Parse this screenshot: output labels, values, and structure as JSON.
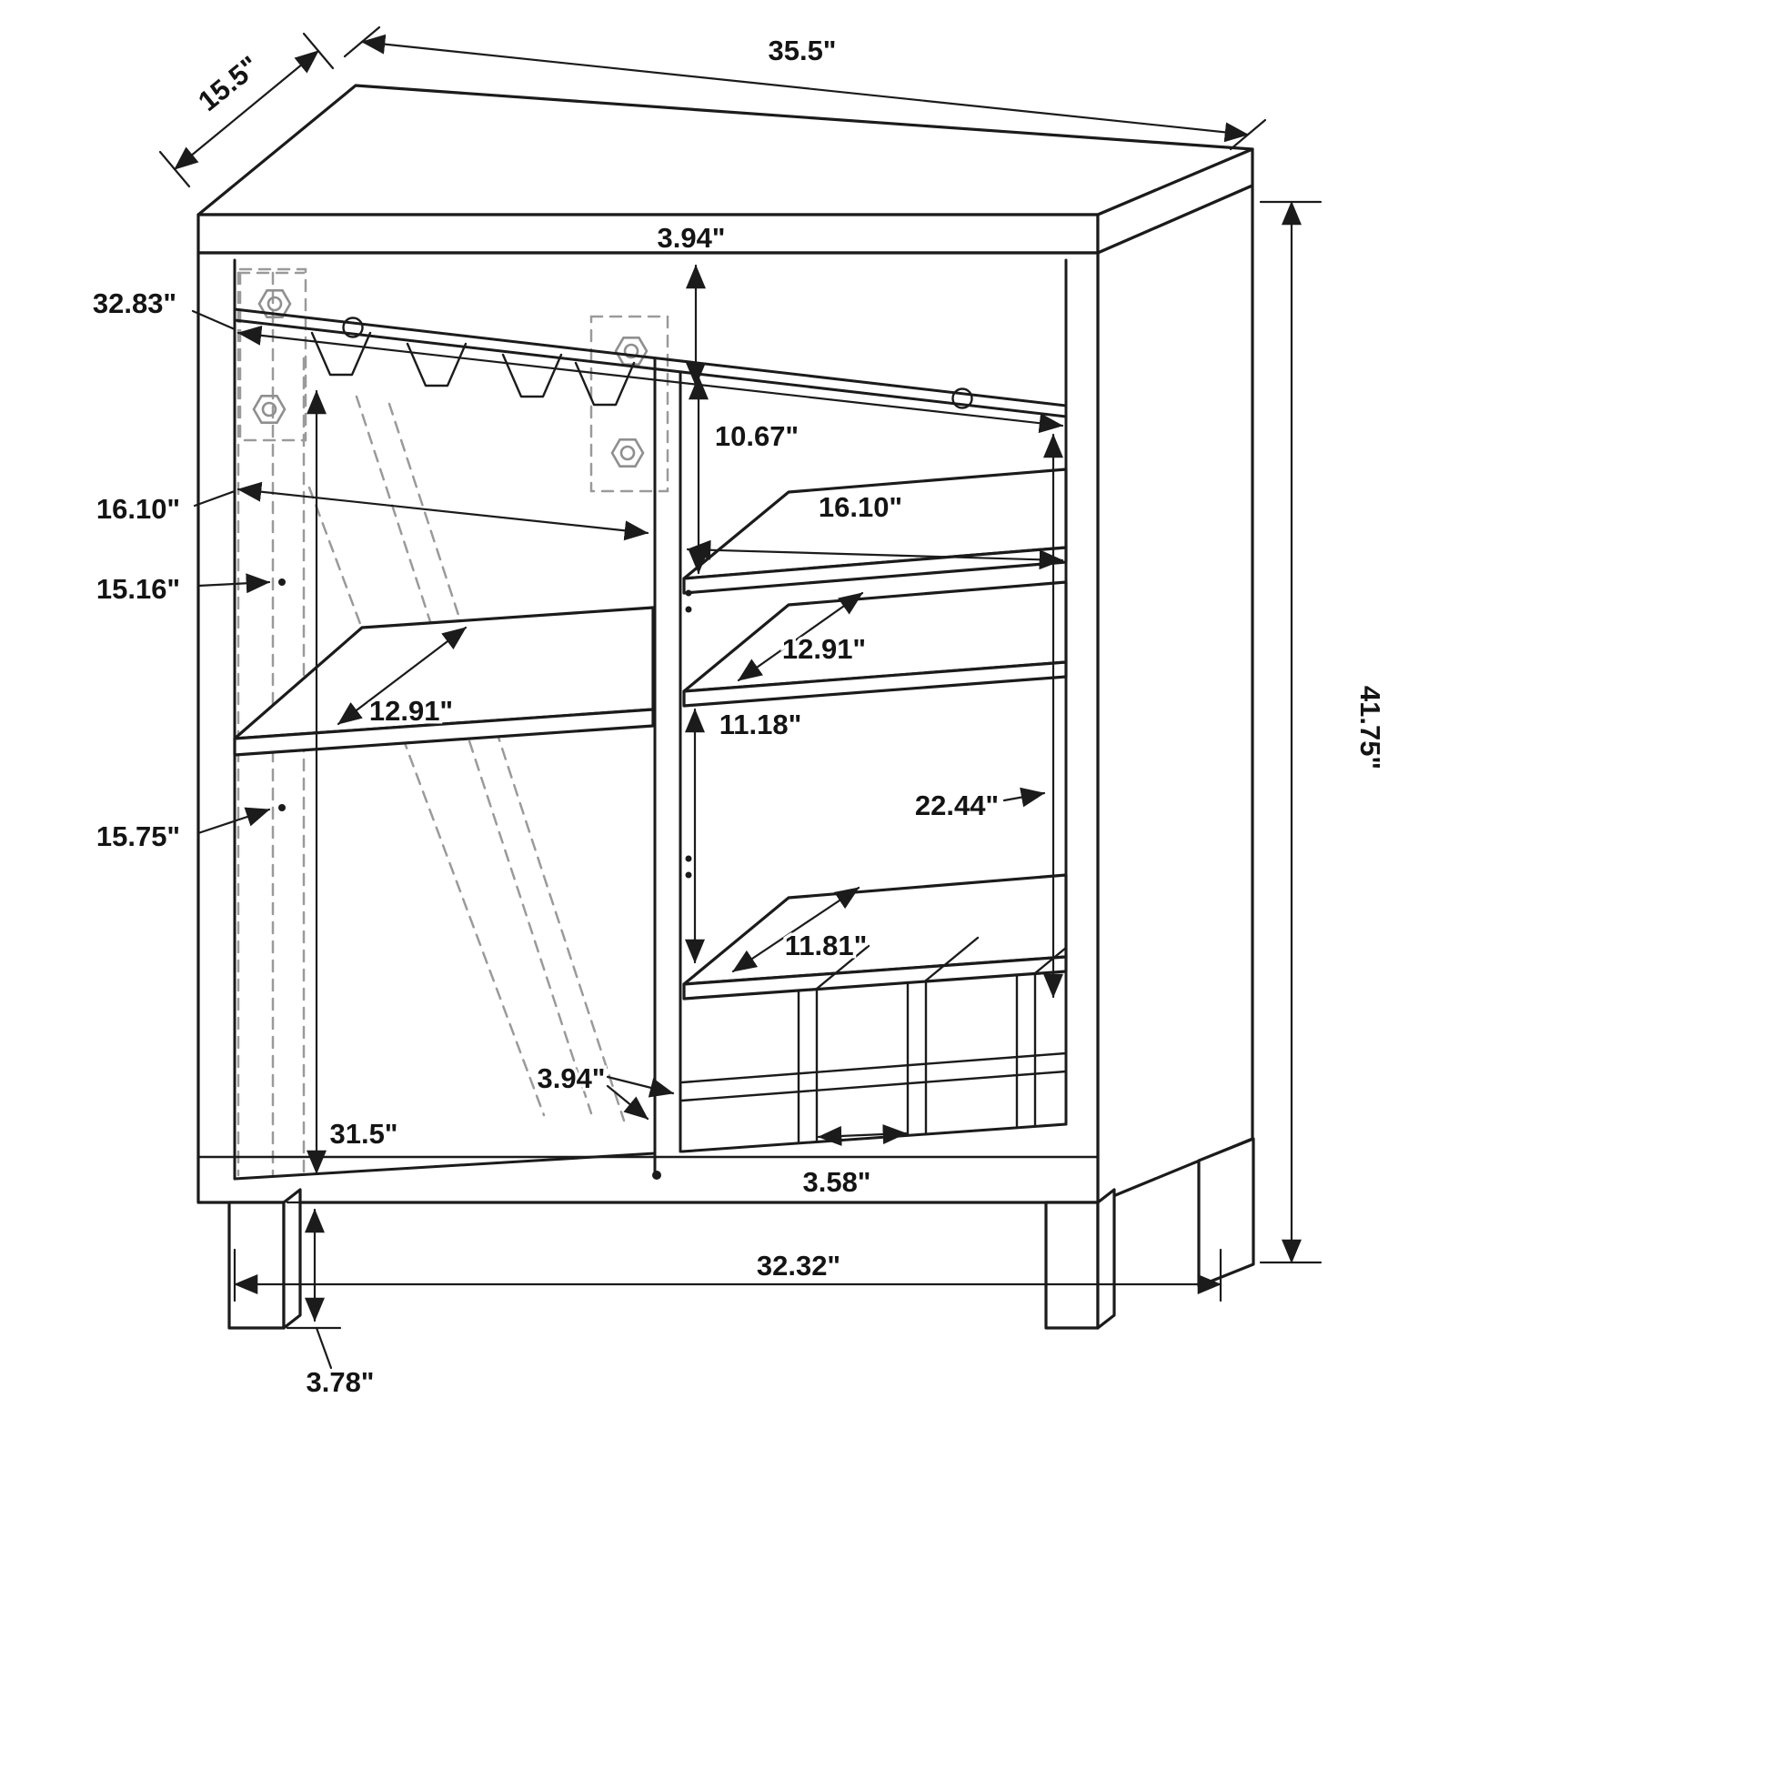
{
  "meta": {
    "description": "Isometric dimension drawing of a bar cabinet with stemware rack, shelves and wine-bottle slots",
    "unit": "inches",
    "line_color": "#1b1b1b",
    "hidden_line_color": "#9a9a9a",
    "background": "#ffffff"
  },
  "dims": {
    "top_depth": "15.5\"",
    "top_width": "35.5\"",
    "overall_height": "41.75\"",
    "interior_width": "32.83\"",
    "top_rail_height": "3.94\"",
    "right_top_gap": "10.67\"",
    "left_opening_width": "16.10\"",
    "right_opening_width": "16.10\"",
    "door_panel_upper": "15.16\"",
    "left_shelf_depth": "12.91\"",
    "right_shelf_depth": "12.91\"",
    "right_shelf_gap": "11.18\"",
    "right_interior_height": "22.44\"",
    "door_panel_lower": "15.75\"",
    "bottom_shelf_depth": "11.81\"",
    "center_divider": "3.94\"",
    "left_interior_height": "31.5\"",
    "wine_slot_width": "3.58\"",
    "base_width": "32.32\"",
    "leg_height": "3.78\""
  }
}
